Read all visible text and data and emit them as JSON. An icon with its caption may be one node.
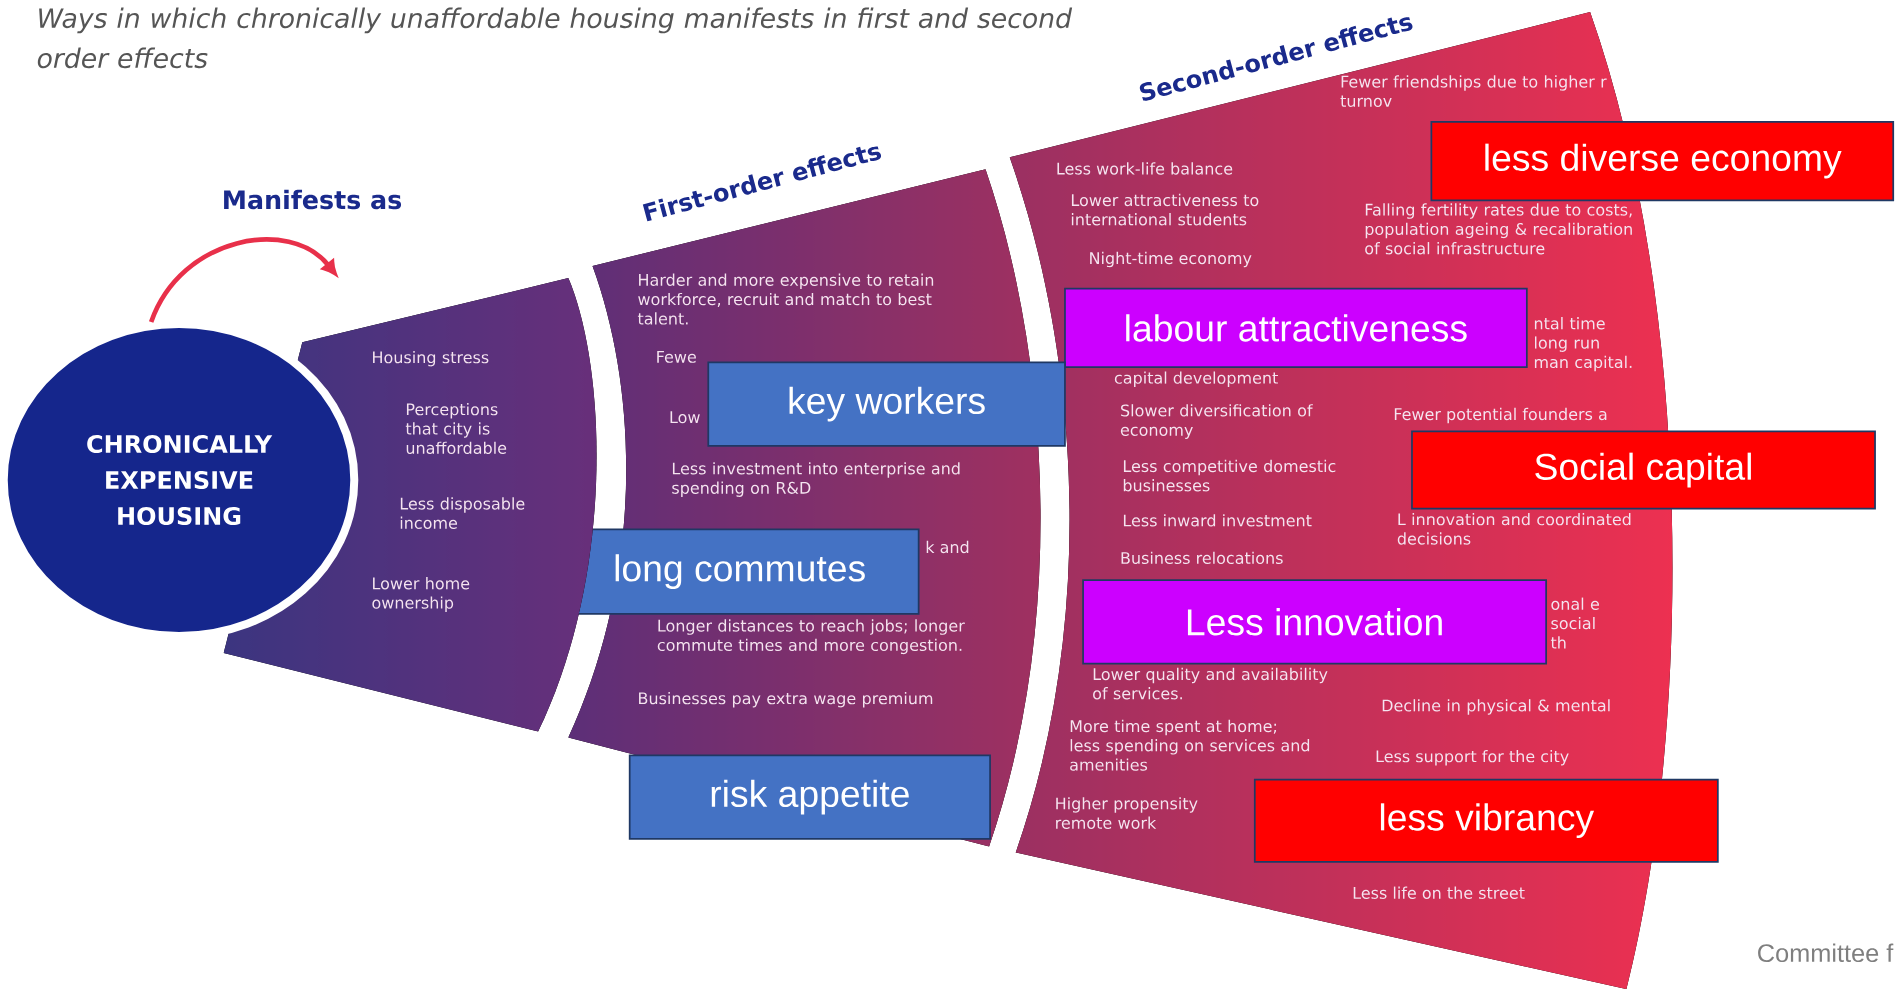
{
  "diagram": {
    "title": "Ways in which chronically unaffordable housing manifests in first and second order effects",
    "nodes": [
      {
        "text": [
          "CHRONICALLY EXPENSIVE HOUSING"
        ]
      },
      {
        "text": [
          "Housing stress",
          "Perceptions that city is unaffordable",
          "Less disposable income",
          "Lower home ownership"
        ]
      },
      {
        "text": [
          "First-order effects",
          "Harder and more expensive to retain workforce, recruit and match to best talent.",
          "Fewe",
          "Low",
          "Less investment into enterprise and spending on R&D",
          "k and",
          "Longer distances to reach jobs; longer commute times and more congestion.",
          "Businesses pay extra wage premium"
        ]
      },
      {
        "text": [
          "Second-order effects",
          "Less work-life balance",
          "Fewer friendships due to higher r turnov",
          "Lower attractiveness to international students",
          "Falling fertility rates due to costs, population ageing & recalibration of social infrastructure",
          "Night-time economy",
          "ntal time long run man capital.",
          "capital development",
          "Slower diversification of economy",
          "Fewer potential founders a",
          "Less competitive domestic businesses",
          "Less inward investment",
          "L innovation and coordinated decisions",
          "Business relocations",
          "onal e social th",
          "Lower quality and availability of services.",
          "Decline in physical & mental",
          "More time spent at home; less spending on services and amenities",
          "Less support for the city",
          "Higher propensity remote work",
          "Less life on the street"
        ]
      },
      {
        "text": [
          "less diverse economy"
        ]
      },
      {
        "text": [
          "labour attractiveness"
        ],
        "in": 3
      },
      {
        "text": [
          "key workers"
        ],
        "in": 2
      },
      {
        "text": [
          "Social capital"
        ]
      },
      {
        "text": [
          "long commutes"
        ],
        "in": 2
      },
      {
        "text": [
          "Less innovation"
        ],
        "in": 3
      },
      {
        "text": [
          "risk appetite"
        ],
        "in": 2
      },
      {
        "text": [
          "less vibrancy"
        ],
        "in": 3
      }
    ],
    "edges": [
      {
        "from": 0,
        "to": 1,
        "arrow": "to",
        "label": "Manifests as",
        "color": "#e8304a"
      }
    ],
    "labels": [
      "Committee f"
    ]
  }
}
